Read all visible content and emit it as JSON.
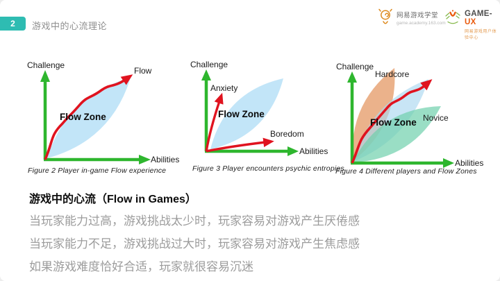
{
  "header": {
    "page_number": "2",
    "title": "游戏中的心流理论"
  },
  "logos": {
    "academy": {
      "name": "网易游戏学堂",
      "url": "game.academy.163.com"
    },
    "gameux": {
      "brand_gray": "GAME-",
      "brand_orange": "UX",
      "subtitle": "网易游戏用户体验中心"
    }
  },
  "figures": [
    {
      "y_axis": "Challenge",
      "x_axis": "Abilities",
      "zone": "Flow Zone",
      "flow_label": "Flow",
      "caption": "Figure 2 Player in-game Flow experience"
    },
    {
      "y_axis": "Challenge",
      "x_axis": "Abilities",
      "zone": "Flow Zone",
      "anxiety_label": "Anxiety",
      "boredom_label": "Boredom",
      "caption": "Figure 3 Player encounters psychic entropies"
    },
    {
      "y_axis": "Challenge",
      "x_axis": "Abilities",
      "zone": "Flow Zone",
      "hardcore_label": "Hardcore",
      "novice_label": "Novice",
      "caption": "Figure 4 Different players and Flow Zones"
    }
  ],
  "body": {
    "heading": "游戏中的心流（Flow in Games）",
    "lines": [
      "当玩家能力过高，游戏挑战太少时，玩家容易对游戏产生厌倦感",
      "当玩家能力不足，游戏挑战过大时，玩家容易对游戏产生焦虑感",
      "如果游戏难度恰好合适，玩家就很容易沉迷"
    ]
  },
  "colors": {
    "badge_teal": "#2ebcb2",
    "axis_green": "#2eb62e",
    "flow_red": "#e0131f",
    "zone_blue": "#c2e5f8",
    "hardcore_orange": "#e8a477",
    "novice_teal": "#6fd0ac",
    "body_text_gray": "#9c9c9c"
  }
}
